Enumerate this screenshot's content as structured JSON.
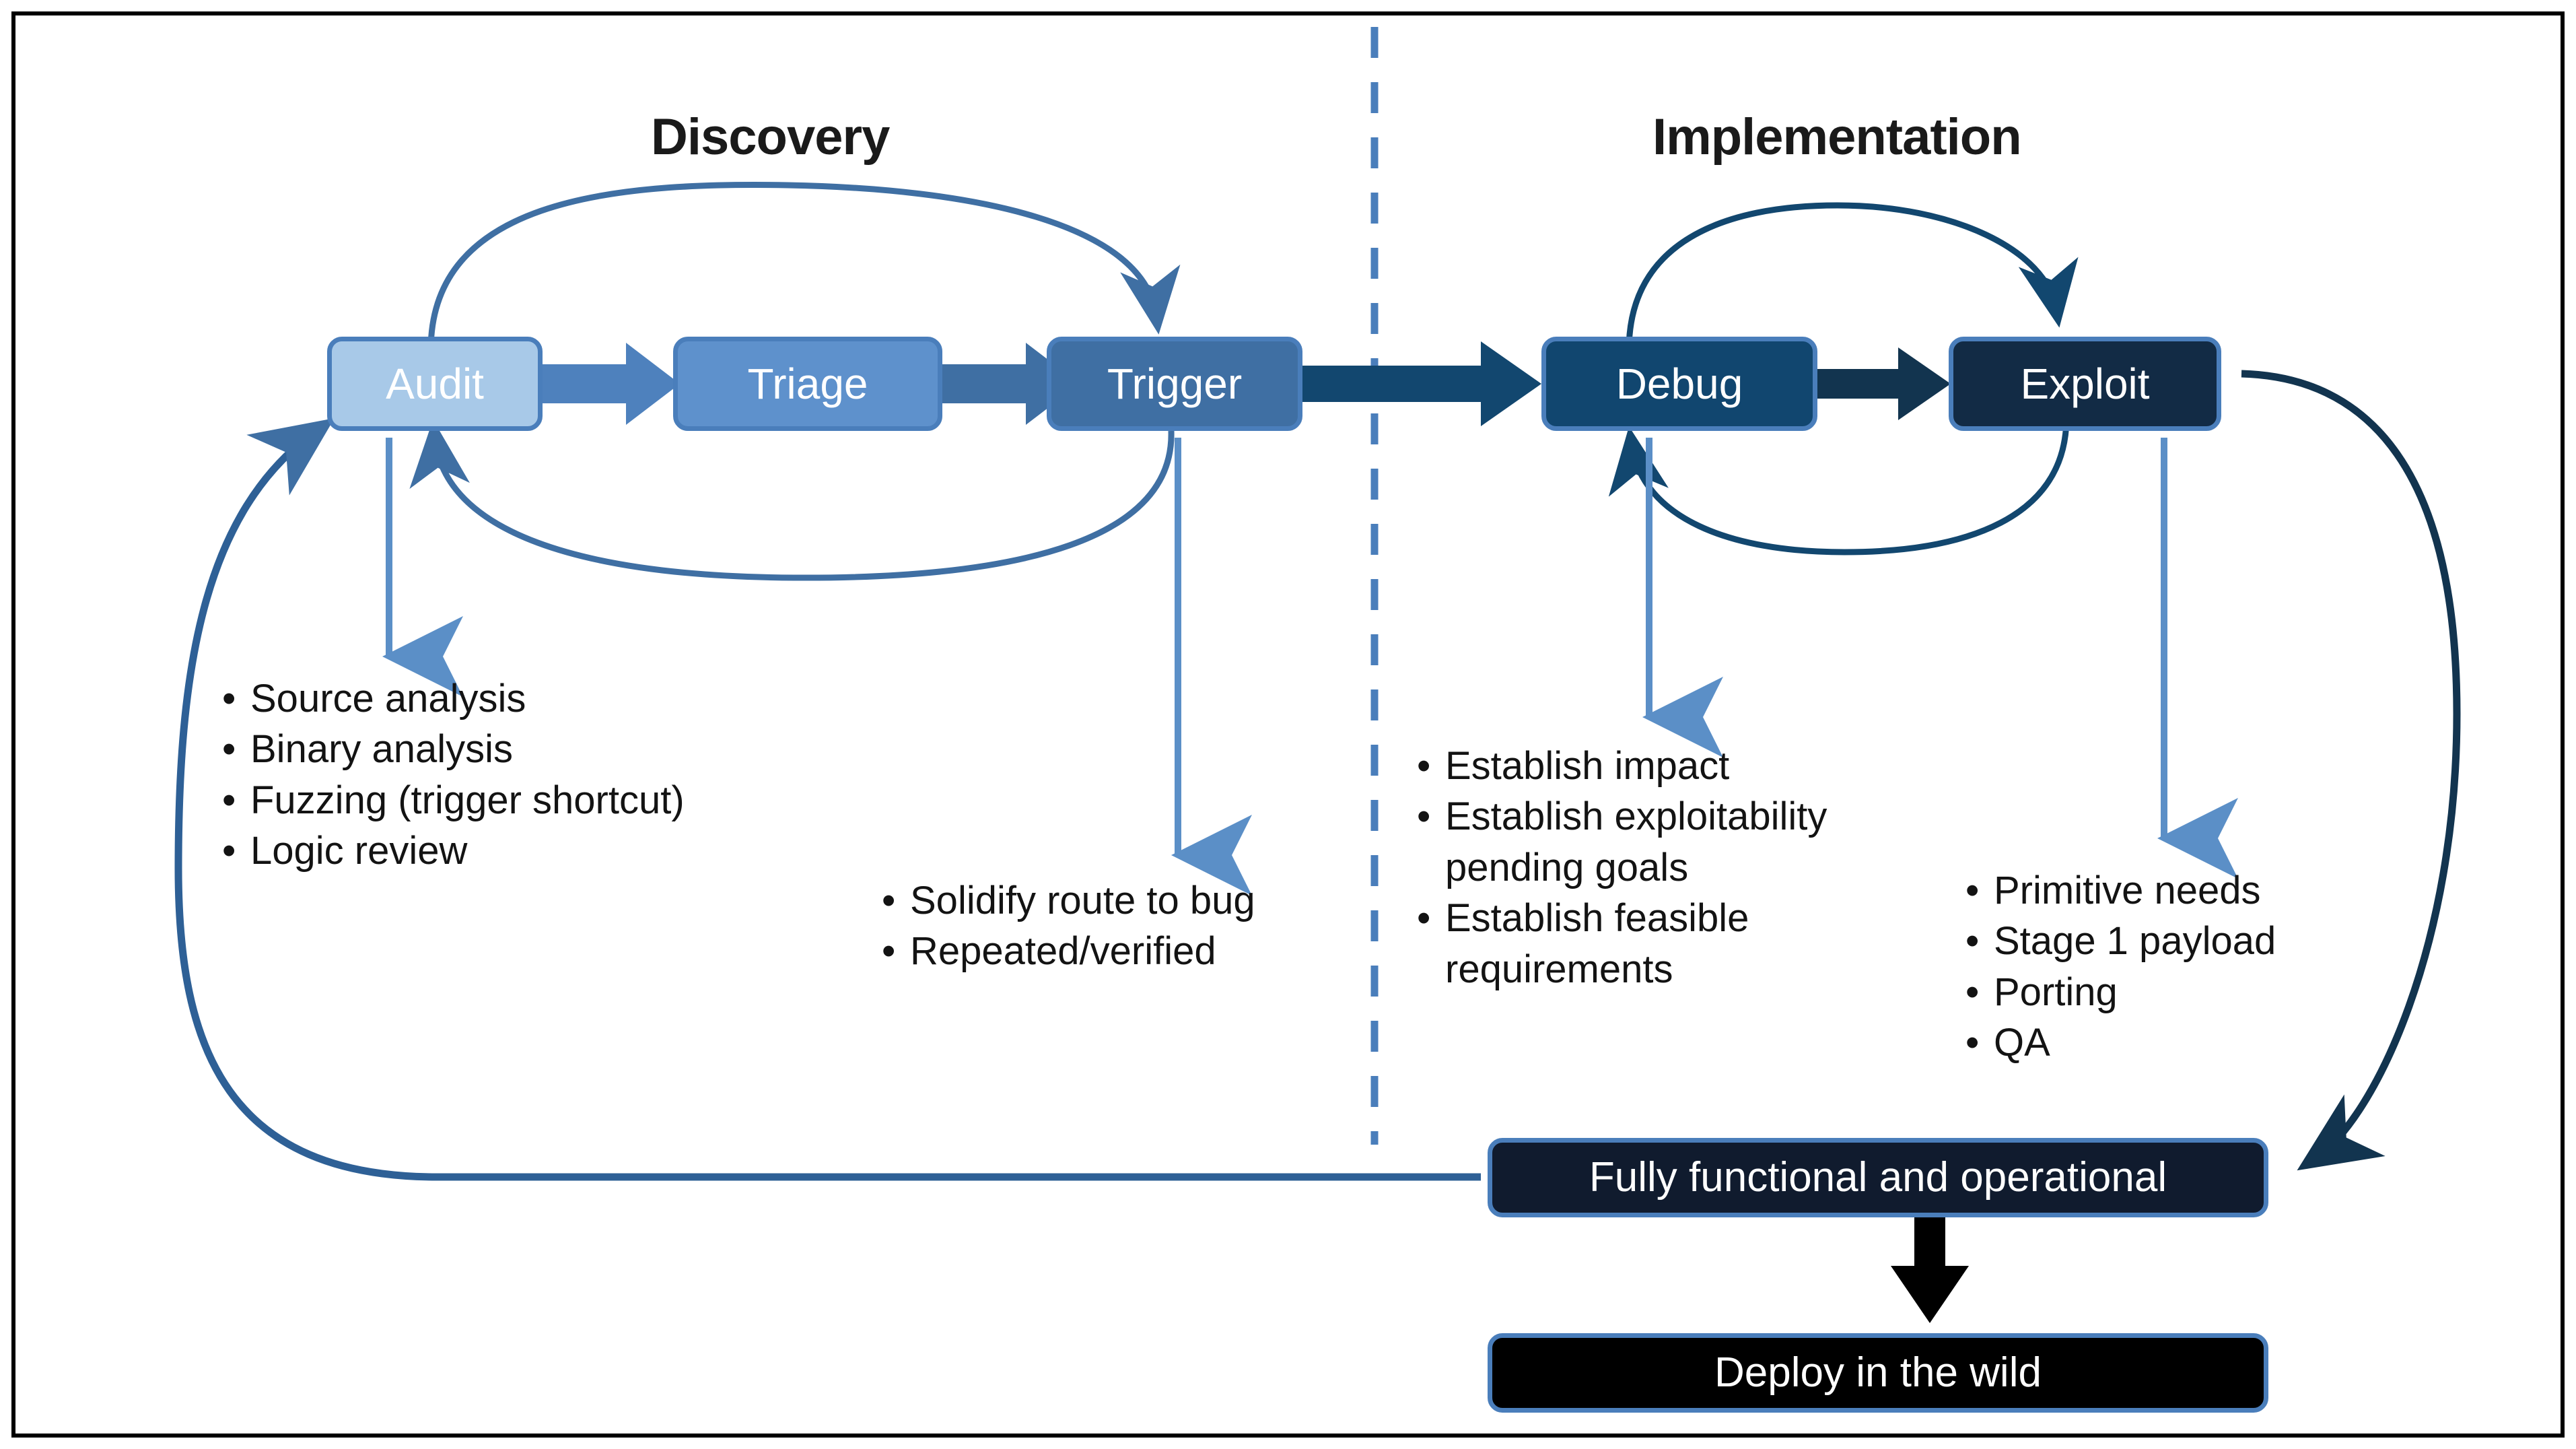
{
  "diagram": {
    "title_discovery": "Discovery",
    "title_implementation": "Implementation",
    "divider": "dashed-phase-divider"
  },
  "colors": {
    "audit_fill": "#A8C9E8",
    "triage_fill": "#5E91CC",
    "trigger_fill": "#3F6FA3",
    "debug_fill": "#11466F",
    "exploit_fill": "#122B45",
    "operational_fill": "#101B2E",
    "deploy_fill": "#000000",
    "node_border": "#4A7EBB",
    "arrow_light": "#5B8FC7",
    "arrow_mid": "#3F6FA3",
    "arrow_dark": "#12476F",
    "arrow_navy": "#12344F",
    "frame_border": "#000000",
    "divider_color": "#4A7EBB"
  },
  "nodes": {
    "audit": "Audit",
    "triage": "Triage",
    "trigger": "Trigger",
    "debug": "Debug",
    "exploit": "Exploit",
    "operational": "Fully functional and operational",
    "deploy": "Deploy in the wild"
  },
  "bullets": {
    "audit": [
      "Source analysis",
      "Binary analysis",
      "Fuzzing (trigger shortcut)",
      "Logic review"
    ],
    "trigger": [
      "Solidify route to bug",
      "Repeated/verified"
    ],
    "debug": [
      "Establish impact",
      "Establish exploitability pending goals",
      "Establish feasible requirements"
    ],
    "exploit": [
      "Primitive needs",
      "Stage 1 payload",
      "Porting",
      "QA"
    ]
  },
  "bullet_marker": "•"
}
